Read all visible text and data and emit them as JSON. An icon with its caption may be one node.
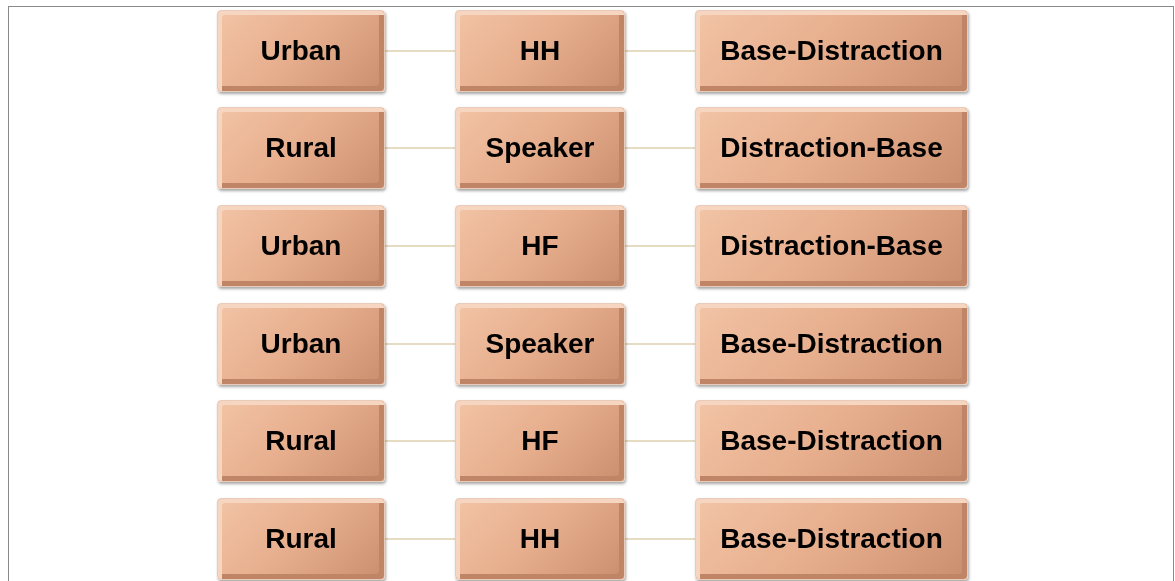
{
  "diagram": {
    "nodes": [
      {
        "text": [
          "Urban"
        ]
      },
      {
        "text": [
          "HH"
        ]
      },
      {
        "text": [
          "Base-Distraction"
        ]
      },
      {
        "text": [
          "Rural"
        ]
      },
      {
        "text": [
          "Speaker"
        ]
      },
      {
        "text": [
          "Distraction-Base"
        ]
      },
      {
        "text": [
          "Urban"
        ]
      },
      {
        "text": [
          "HF"
        ]
      },
      {
        "text": [
          "Distraction-Base"
        ]
      },
      {
        "text": [
          "Urban"
        ]
      },
      {
        "text": [
          "Speaker"
        ]
      },
      {
        "text": [
          "Base-Distraction"
        ]
      },
      {
        "text": [
          "Rural"
        ]
      },
      {
        "text": [
          "HF"
        ]
      },
      {
        "text": [
          "Base-Distraction"
        ]
      },
      {
        "text": [
          "Rural"
        ]
      },
      {
        "text": [
          "HH"
        ]
      },
      {
        "text": [
          "Base-Distraction"
        ]
      }
    ],
    "edges": [
      {
        "from": 0,
        "to": 1,
        "arrow": "none"
      },
      {
        "from": 1,
        "to": 2,
        "arrow": "none"
      },
      {
        "from": 3,
        "to": 4,
        "arrow": "none"
      },
      {
        "from": 4,
        "to": 5,
        "arrow": "none"
      },
      {
        "from": 6,
        "to": 7,
        "arrow": "none"
      },
      {
        "from": 7,
        "to": 8,
        "arrow": "none"
      },
      {
        "from": 9,
        "to": 10,
        "arrow": "none"
      },
      {
        "from": 10,
        "to": 11,
        "arrow": "none"
      },
      {
        "from": 12,
        "to": 13,
        "arrow": "none"
      },
      {
        "from": 13,
        "to": 14,
        "arrow": "none"
      },
      {
        "from": 15,
        "to": 16,
        "arrow": "none"
      },
      {
        "from": 16,
        "to": 17,
        "arrow": "none"
      }
    ]
  }
}
